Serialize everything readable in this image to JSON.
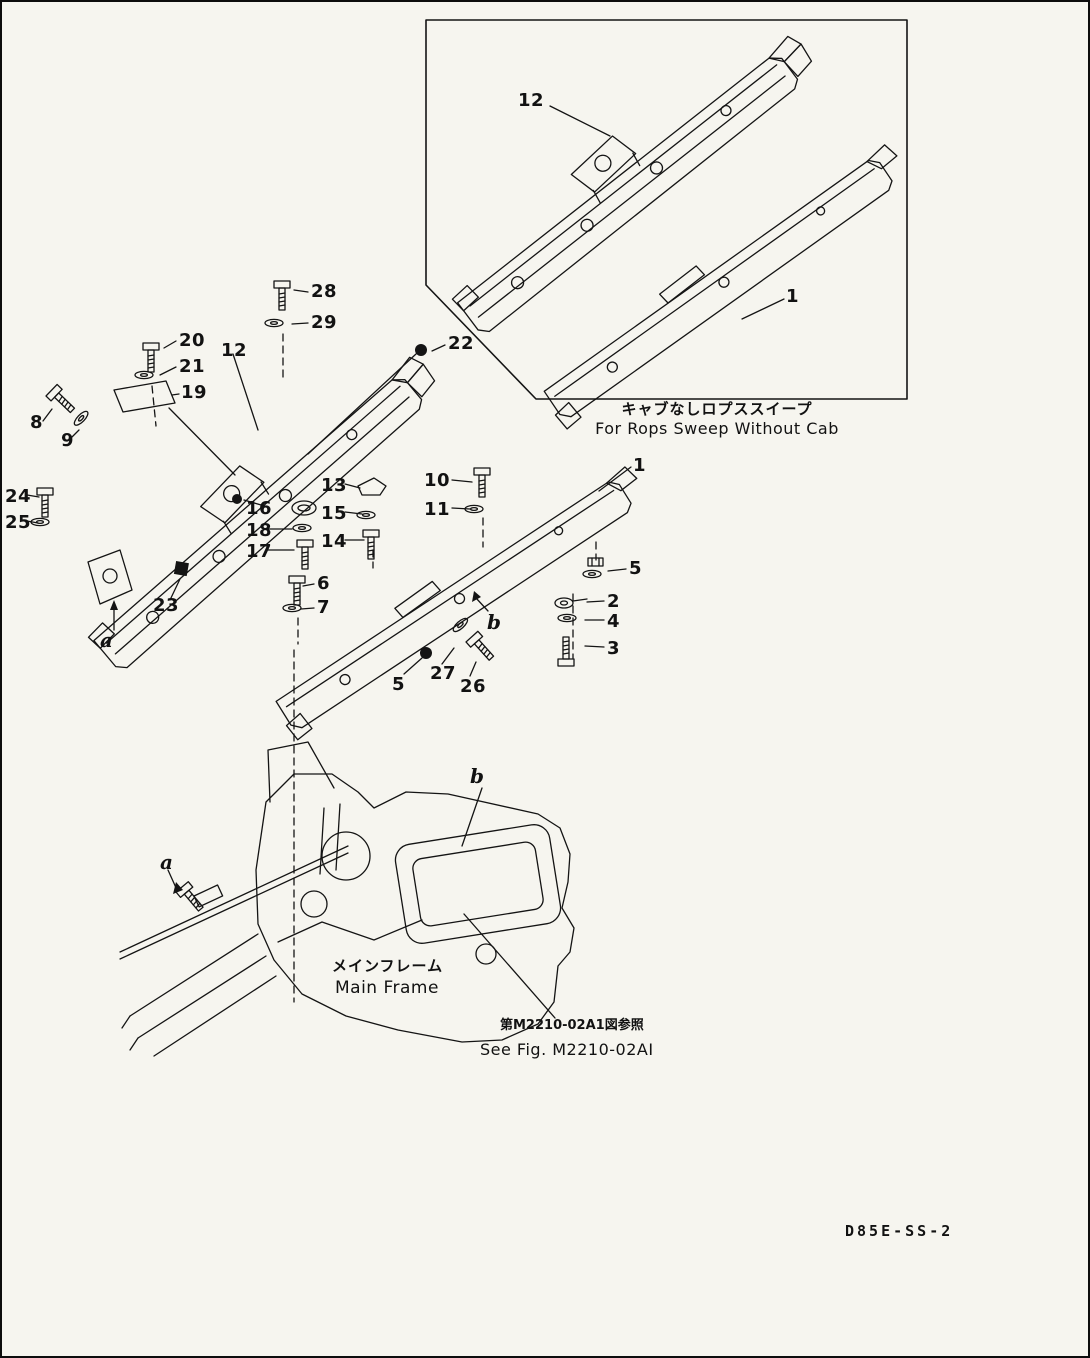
{
  "page": {
    "background_color": "#f6f5ef",
    "line_color": "#141414",
    "footer_code": "D85E-SS-2"
  },
  "inset": {
    "caption_jp": "キャブなしロプススイープ",
    "caption_en": "For Rops Sweep Without Cab"
  },
  "lower": {
    "main_frame_label_jp": "メインフレーム",
    "main_frame_label_en": "Main Frame",
    "see_fig_jp": "第M2210-02A1図参照",
    "see_fig_en": "See Fig. M2210-02AI"
  },
  "callouts": [
    {
      "label": "12"
    },
    {
      "label": "1"
    },
    {
      "label": "28"
    },
    {
      "label": "29"
    },
    {
      "label": "20"
    },
    {
      "label": "21"
    },
    {
      "label": "12"
    },
    {
      "label": "22"
    },
    {
      "label": "19"
    },
    {
      "label": "8"
    },
    {
      "label": "9"
    },
    {
      "label": "24"
    },
    {
      "label": "25"
    },
    {
      "label": "16"
    },
    {
      "label": "18"
    },
    {
      "label": "17"
    },
    {
      "label": "13"
    },
    {
      "label": "15"
    },
    {
      "label": "14"
    },
    {
      "label": "10"
    },
    {
      "label": "11"
    },
    {
      "label": "1"
    },
    {
      "label": "23"
    },
    {
      "label": "5"
    },
    {
      "label": "2"
    },
    {
      "label": "4"
    },
    {
      "label": "3"
    },
    {
      "label": "6"
    },
    {
      "label": "7"
    },
    {
      "label": "a"
    },
    {
      "label": "b"
    },
    {
      "label": "5"
    },
    {
      "label": "27"
    },
    {
      "label": "26"
    },
    {
      "label": "b"
    },
    {
      "label": "a"
    }
  ]
}
